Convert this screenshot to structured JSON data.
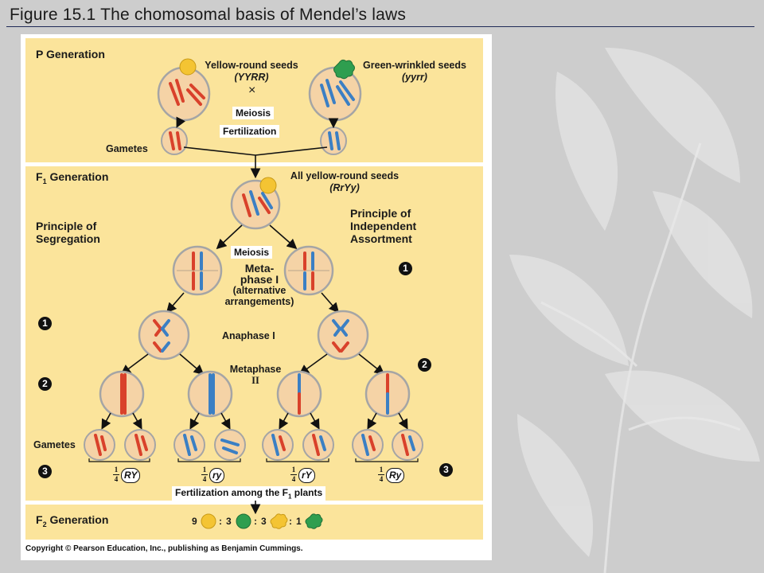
{
  "slide": {
    "title": "Figure 15.1  The chomosomal basis of Mendel’s laws"
  },
  "figure": {
    "p_generation": {
      "heading": "P Generation",
      "parent_yellow": {
        "name": "Yellow-round seeds",
        "genotype": "(YYRR)"
      },
      "parent_green": {
        "name": "Green-wrinkled seeds",
        "genotype": "(yyrr)"
      },
      "cross_symbol": "×",
      "meiosis_label": "Meiosis",
      "fertilization_label": "Fertilization",
      "gametes_label": "Gametes"
    },
    "f1_generation": {
      "heading_prefix": "F",
      "heading_sub": "1",
      "heading_suffix": " Generation",
      "offspring_name": "All yellow-round seeds",
      "offspring_genotype": "(RrYy)",
      "principle_segregation": [
        "Principle of",
        "Segregation"
      ],
      "principle_independent": [
        "Principle of",
        "Independent",
        "Assortment"
      ],
      "meiosis_label": "Meiosis",
      "metaphase_text": [
        "Meta-",
        "phase I",
        "(alternative",
        "arrangements)"
      ],
      "anaphase_text": "Anaphase I",
      "metaphase2_text": [
        "Metaphase",
        "II"
      ],
      "gametes_label": "Gametes",
      "step_numbers": [
        "1",
        "2",
        "3"
      ],
      "fractions": [
        {
          "num": "1",
          "den": "4",
          "genotype": "RY"
        },
        {
          "num": "1",
          "den": "4",
          "genotype": "ry"
        },
        {
          "num": "1",
          "den": "4",
          "genotype": "rY"
        },
        {
          "num": "1",
          "den": "4",
          "genotype": "Ry"
        }
      ],
      "fertilization_among": "Fertilization among the F",
      "fertilization_sub": "1",
      "fertilization_suffix": " plants"
    },
    "f2_generation": {
      "heading_prefix": "F",
      "heading_sub": "2",
      "heading_suffix": " Generation",
      "ratio": [
        "9",
        "3",
        "3",
        "1"
      ],
      "ratio_sep": ":"
    },
    "copyright": "Copyright © Pearson Education, Inc., publishing as Benjamin Cummings.",
    "colors": {
      "panel": "#fbe49b",
      "chromosome_red": "#d9412b",
      "chromosome_blue": "#3b7fc4",
      "seed_yellow": "#f4c433",
      "seed_green": "#2f9e4f",
      "cell_fill": "#f5d3a6"
    }
  }
}
